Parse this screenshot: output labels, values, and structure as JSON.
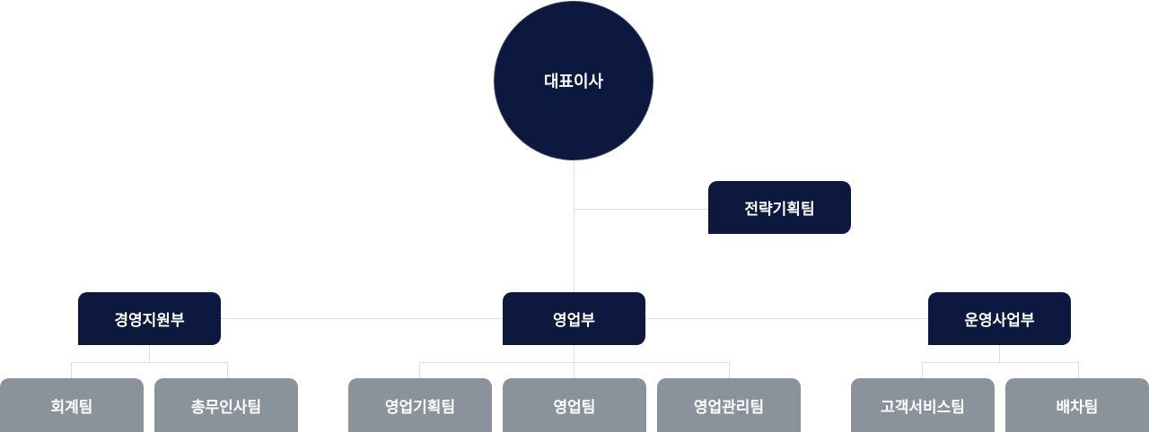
{
  "ceo": "대표이사",
  "strategy": "전략기획팀",
  "departments": {
    "management": {
      "label": "경영지원부",
      "teams": [
        "회계팀",
        "총무인사팀"
      ]
    },
    "sales": {
      "label": "영업부",
      "teams": [
        "영업기획팀",
        "영업팀",
        "영업관리팀"
      ]
    },
    "operations": {
      "label": "운영사업부",
      "teams": [
        "고객서비스팀",
        "배차팀"
      ]
    }
  }
}
